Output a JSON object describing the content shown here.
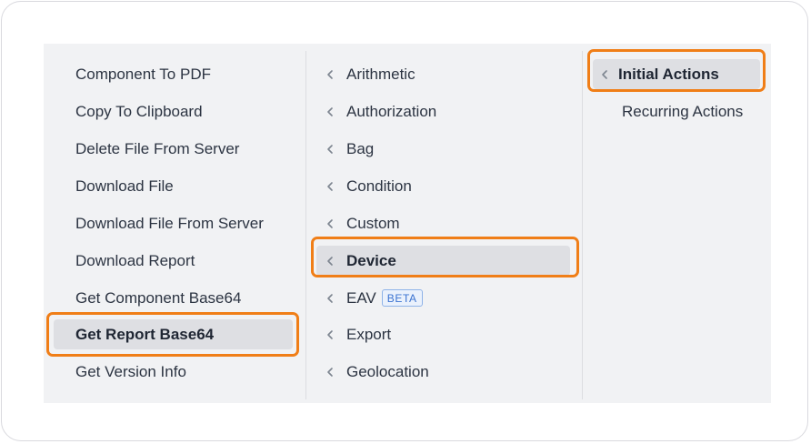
{
  "column1": {
    "items": [
      {
        "label": "Component To PDF"
      },
      {
        "label": "Copy To Clipboard"
      },
      {
        "label": "Delete File From Server"
      },
      {
        "label": "Download File"
      },
      {
        "label": "Download File From Server"
      },
      {
        "label": "Download Report"
      },
      {
        "label": "Get Component Base64"
      },
      {
        "label": "Get Report Base64",
        "selected": true
      },
      {
        "label": "Get Version Info"
      }
    ]
  },
  "column2": {
    "items": [
      {
        "label": "Arithmetic"
      },
      {
        "label": "Authorization"
      },
      {
        "label": "Bag"
      },
      {
        "label": "Condition"
      },
      {
        "label": "Custom"
      },
      {
        "label": "Device",
        "selected": true
      },
      {
        "label": "EAV",
        "badge": "BETA"
      },
      {
        "label": "Export"
      },
      {
        "label": "Geolocation"
      }
    ]
  },
  "column3": {
    "items": [
      {
        "label": "Initial Actions",
        "selected": true
      },
      {
        "label": "Recurring Actions"
      }
    ]
  },
  "colors": {
    "highlight": "#f07e17",
    "menu_bg": "#f1f2f4",
    "selected_bg": "#dedfe3",
    "badge": "#3b73d1"
  },
  "icons": {
    "submenu": "chevron-left-icon"
  }
}
